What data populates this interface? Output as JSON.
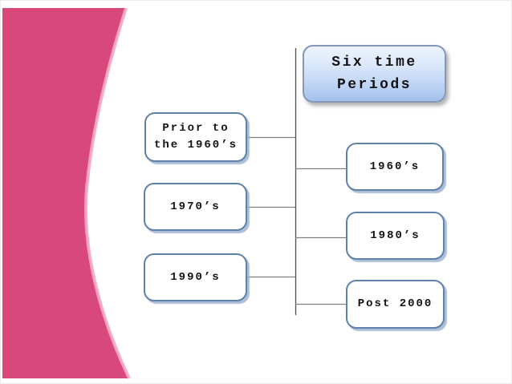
{
  "colors": {
    "accent_pink": "#d9487b",
    "accent_pink_highlight": "#f2a9c6",
    "node_border_blue": "#5f81ab",
    "node_shadow_blue": "#9db4d0",
    "title_fill_top": "#edf3fe",
    "title_fill_bottom": "#a3c1ed",
    "connector_gray": "#7f7f7f",
    "text_black": "#141414"
  },
  "diagram": {
    "root": {
      "lines": [
        "Six time",
        "Periods"
      ]
    },
    "left_nodes": [
      {
        "lines": [
          "Prior to",
          "the 1960’s"
        ]
      },
      {
        "lines": [
          "1970’s"
        ]
      },
      {
        "lines": [
          "1990’s"
        ]
      }
    ],
    "right_nodes": [
      {
        "lines": [
          "1960’s"
        ]
      },
      {
        "lines": [
          "1980’s"
        ]
      },
      {
        "lines": [
          "Post 2000"
        ]
      }
    ]
  }
}
